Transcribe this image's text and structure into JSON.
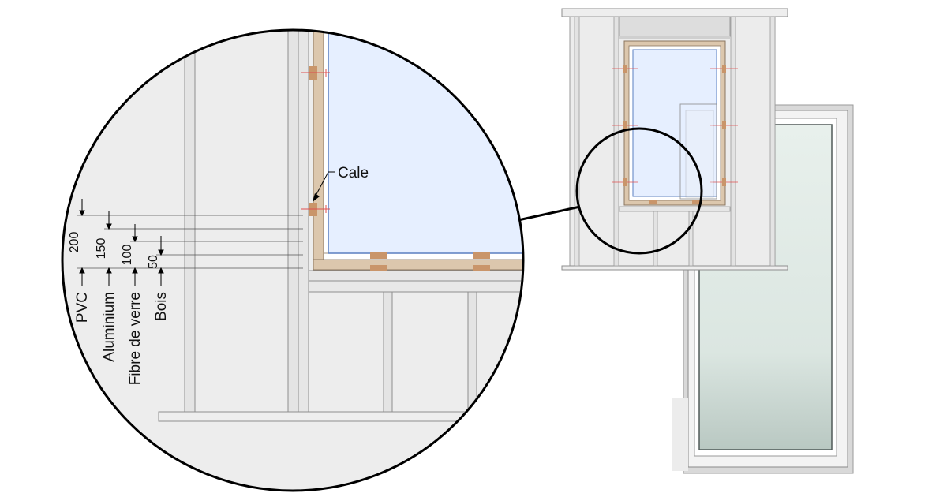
{
  "callout": {
    "label": "Cale"
  },
  "dimensions": [
    {
      "value": "200",
      "material": "PVC"
    },
    {
      "value": "150",
      "material": "Aluminium"
    },
    {
      "value": "100",
      "material": "Fibre de verre"
    },
    {
      "value": "50",
      "material": "Bois"
    }
  ],
  "colors": {
    "wall": "#ececec",
    "stud": "#e3e3e3",
    "stud_edge": "#8e8e8e",
    "frame": "#dcc7ad",
    "frame_edge": "#8a7660",
    "shim": "#c9956a",
    "glass": "#e6efff",
    "glass_edge": "#5a7fc0",
    "door_glass": "#dfe9e5",
    "marker": "#e05050"
  }
}
